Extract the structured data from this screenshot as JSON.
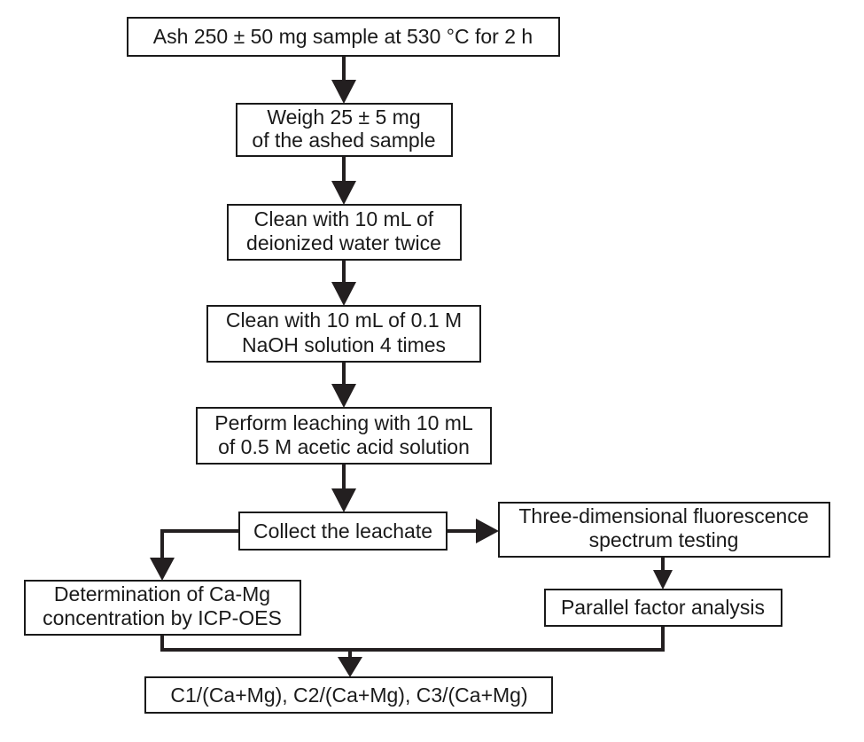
{
  "nodes": {
    "ash": {
      "lines": [
        "Ash 250 ± 50 mg sample at 530 °C for 2 h"
      ]
    },
    "weigh": {
      "lines": [
        "Weigh 25 ± 5 mg",
        "of the ashed sample"
      ]
    },
    "clean_water": {
      "lines": [
        "Clean with 10 mL of",
        "deionized water twice"
      ]
    },
    "clean_naoh": {
      "lines": [
        "Clean with 10 mL of 0.1 M",
        "NaOH solution 4 times"
      ]
    },
    "leach": {
      "lines": [
        "Perform leaching with 10 mL",
        "of 0.5 M acetic acid solution"
      ]
    },
    "collect": {
      "lines": [
        "Collect the leachate"
      ]
    },
    "fluorescence": {
      "lines": [
        "Three-dimensional fluorescence",
        "spectrum testing"
      ]
    },
    "icp": {
      "lines": [
        "Determination of Ca-Mg",
        "concentration by ICP-OES"
      ]
    },
    "parafac": {
      "lines": [
        "Parallel factor analysis"
      ]
    },
    "result": {
      "lines": [
        "C1/(Ca+Mg), C2/(Ca+Mg), C3/(Ca+Mg)"
      ]
    }
  },
  "edges": [
    {
      "from": "ash",
      "to": "weigh"
    },
    {
      "from": "weigh",
      "to": "clean_water"
    },
    {
      "from": "clean_water",
      "to": "clean_naoh"
    },
    {
      "from": "clean_naoh",
      "to": "leach"
    },
    {
      "from": "leach",
      "to": "collect"
    },
    {
      "from": "collect",
      "to": "fluorescence"
    },
    {
      "from": "collect",
      "to": "icp"
    },
    {
      "from": "fluorescence",
      "to": "parafac"
    },
    {
      "from": "icp",
      "to": "result"
    },
    {
      "from": "parafac",
      "to": "result"
    }
  ],
  "colors": {
    "line": "#231f20",
    "box_border": "#1a1a1a",
    "text": "#1a1a1a",
    "background": "#ffffff"
  }
}
